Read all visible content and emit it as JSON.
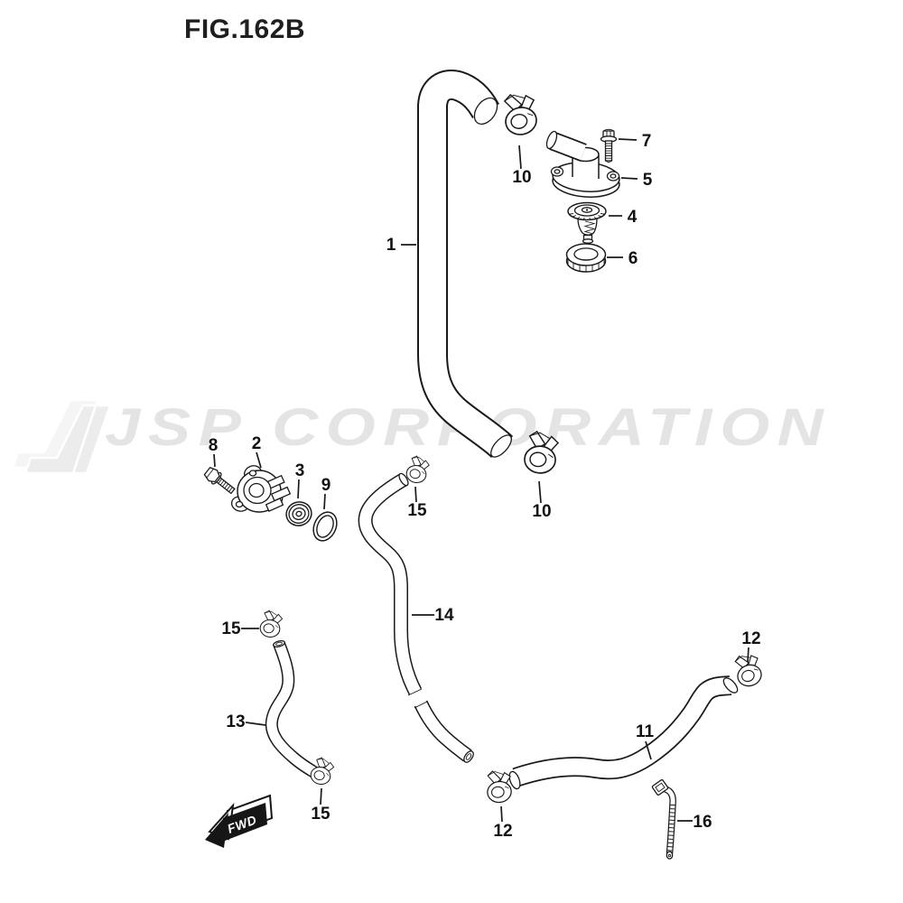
{
  "figure": {
    "title": "FIG.162B"
  },
  "watermark": {
    "text": "JSP CORPORATION"
  },
  "direction_indicator": {
    "label": "FWD"
  },
  "colors": {
    "background": "#ffffff",
    "line": "#1a1a1a",
    "watermark_text": "#e4e4e4",
    "fwd_arrow_fill": "#161616",
    "callout_text": "#111111"
  },
  "callouts": [
    {
      "ref": "1"
    },
    {
      "ref": "2"
    },
    {
      "ref": "3"
    },
    {
      "ref": "4"
    },
    {
      "ref": "5"
    },
    {
      "ref": "6"
    },
    {
      "ref": "7"
    },
    {
      "ref": "8"
    },
    {
      "ref": "9"
    },
    {
      "ref": "10"
    },
    {
      "ref": "10"
    },
    {
      "ref": "11"
    },
    {
      "ref": "12"
    },
    {
      "ref": "12"
    },
    {
      "ref": "13"
    },
    {
      "ref": "14"
    },
    {
      "ref": "15"
    },
    {
      "ref": "15"
    },
    {
      "ref": "15"
    },
    {
      "ref": "16"
    }
  ]
}
